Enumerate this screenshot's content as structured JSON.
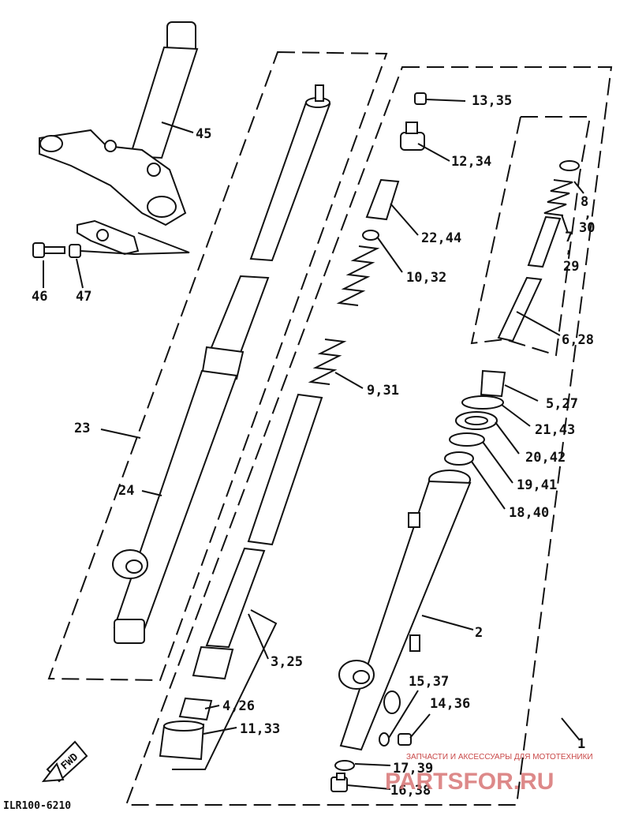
{
  "diagram_code": "ILR100-6210",
  "fwd_label": "FWD",
  "watermark": {
    "caption": "ЗАПЧАСТИ И АКСЕССУАРЫ ДЛЯ МОТОТЕХНИКИ",
    "brand": "PARTSFOR.RU"
  },
  "labels": {
    "p45": "45",
    "p46": "46",
    "p47": "47",
    "p23": "23",
    "p24": "24",
    "p13_35": "13,35",
    "p12_34": "12,34",
    "p22_44": "22,44",
    "p10_32": "10,32",
    "p9_31": "9,31",
    "p8": "8",
    "p8_sep": ",",
    "p30": "30",
    "p7": "7",
    "p7_sep": ",",
    "p29": "29",
    "p6_28": "6,28",
    "p5_27": "5,27",
    "p21_43": "21,43",
    "p20_42": "20,42",
    "p19_41": "19,41",
    "p18_40": "18,40",
    "p2": "2",
    "p3_25": "3,25",
    "p4_26": "4,26",
    "p11_33": "11,33",
    "p15_37": "15,37",
    "p14_36": "14,36",
    "p17_39": "17,39",
    "p16_38": "16,38",
    "p1": "1"
  }
}
